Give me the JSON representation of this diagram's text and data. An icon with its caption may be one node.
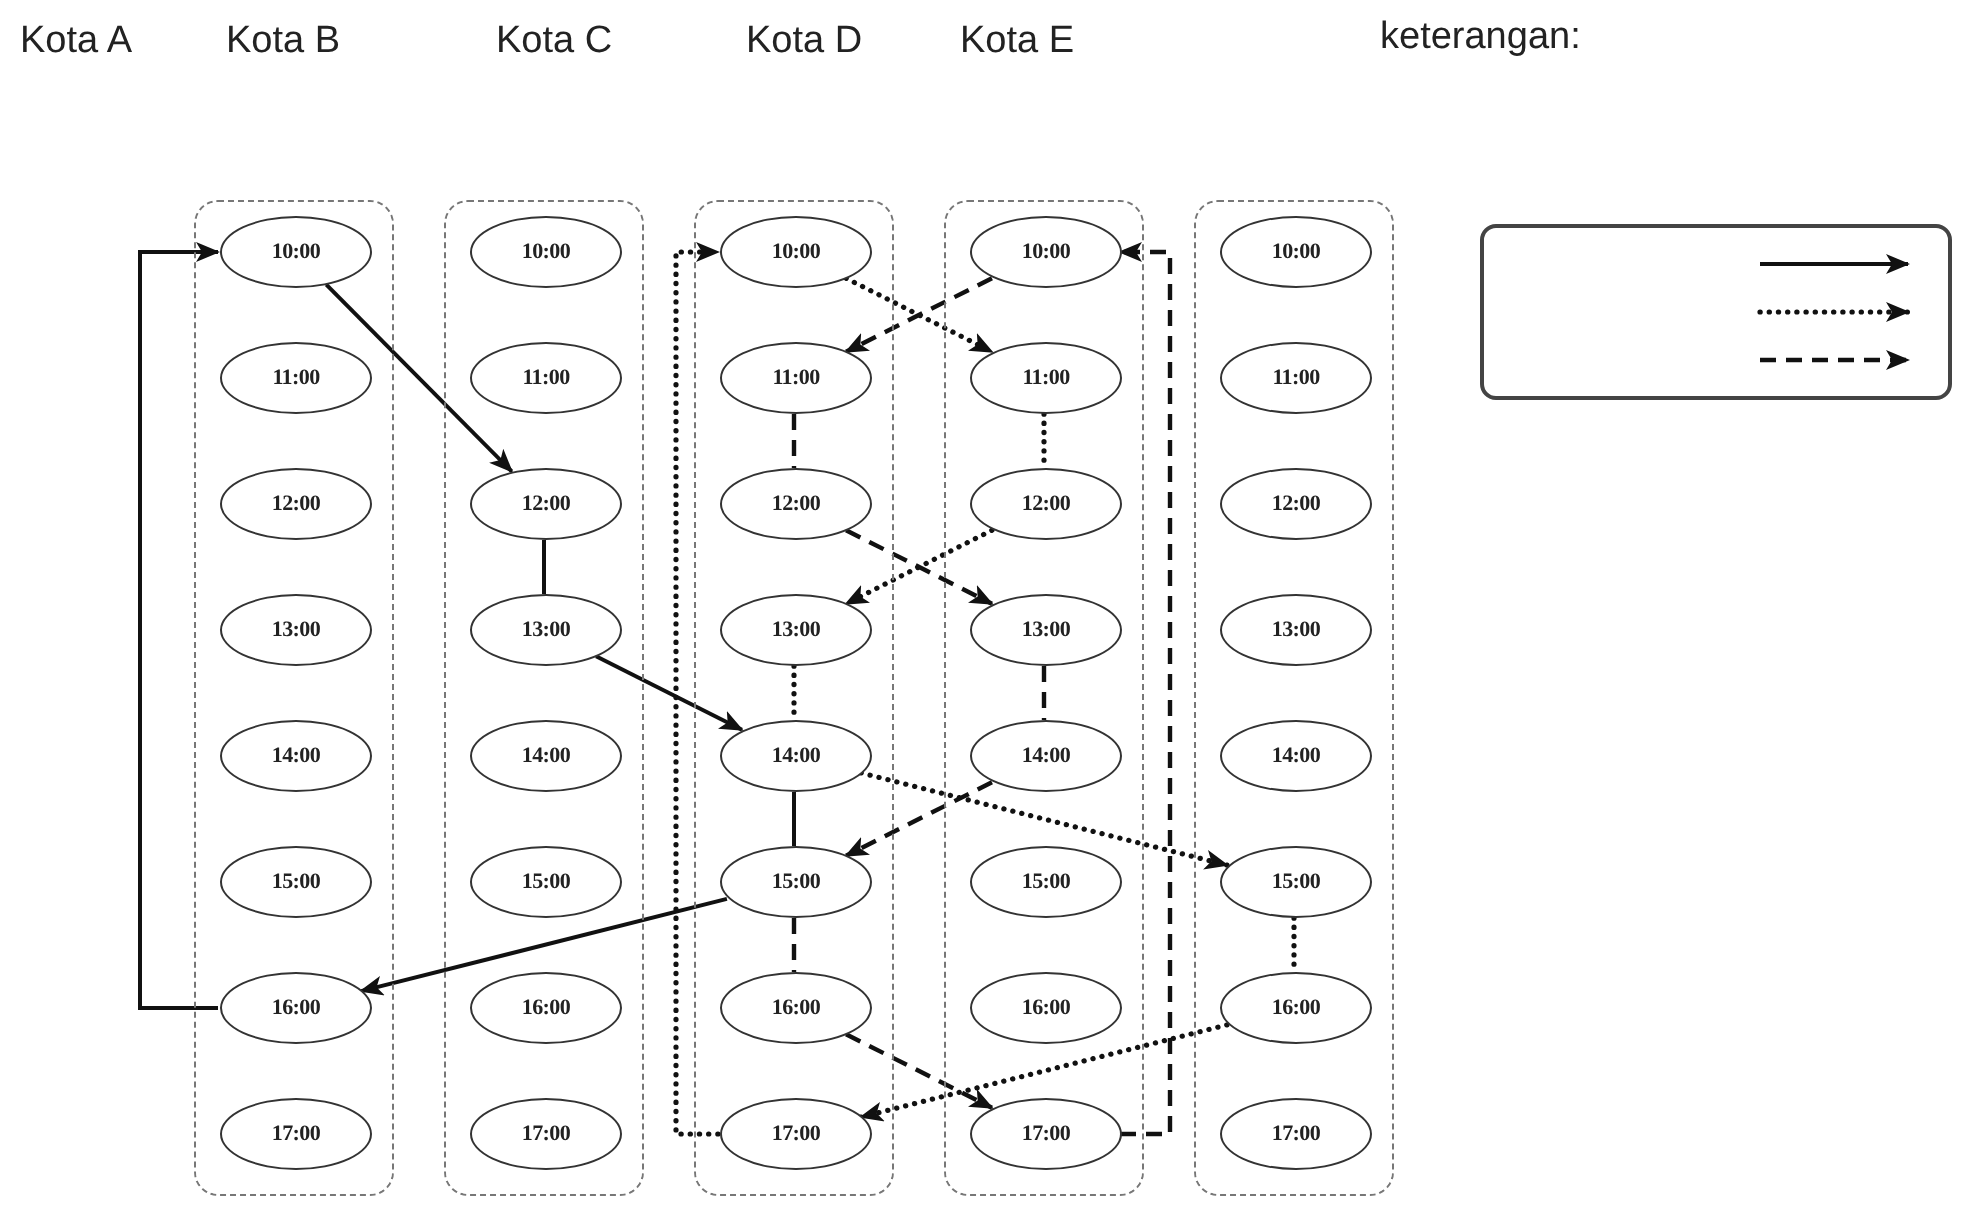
{
  "diagram": {
    "nodes": [
      {
        "text": [],
        "shape": "box"
      },
      {
        "text": [
          "10:00"
        ],
        "in": 0
      },
      {
        "text": [
          "11:00"
        ],
        "in": 0
      },
      {
        "text": [
          "12:00"
        ],
        "in": 0
      },
      {
        "text": [
          "13:00"
        ],
        "in": 0
      },
      {
        "text": [
          "14:00"
        ],
        "in": 0
      },
      {
        "text": [
          "15:00"
        ],
        "in": 0
      },
      {
        "text": [
          "16:00"
        ],
        "in": 0
      },
      {
        "text": [
          "17:00"
        ],
        "in": 0
      },
      {
        "text": [],
        "shape": "box"
      },
      {
        "text": [
          "10:00"
        ],
        "in": 9
      },
      {
        "text": [
          "11:00"
        ],
        "in": 9
      },
      {
        "text": [
          "12:00"
        ],
        "in": 9
      },
      {
        "text": [
          "13:00"
        ],
        "in": 9
      },
      {
        "text": [
          "14:00"
        ],
        "in": 9
      },
      {
        "text": [
          "15:00"
        ],
        "in": 9
      },
      {
        "text": [
          "16:00"
        ],
        "in": 9
      },
      {
        "text": [
          "17:00"
        ],
        "in": 9
      },
      {
        "text": [],
        "shape": "box"
      },
      {
        "text": [
          "10:00"
        ],
        "in": 18
      },
      {
        "text": [
          "11:00"
        ],
        "in": 18
      },
      {
        "text": [
          "12:00"
        ],
        "in": 18
      },
      {
        "text": [
          "13:00"
        ],
        "in": 18
      },
      {
        "text": [
          "14:00"
        ],
        "in": 18
      },
      {
        "text": [
          "15:00"
        ],
        "in": 18
      },
      {
        "text": [
          "16:00"
        ],
        "in": 18
      },
      {
        "text": [
          "17:00"
        ],
        "in": 18
      },
      {
        "text": [],
        "shape": "box"
      },
      {
        "text": [
          "10:00"
        ],
        "in": 27
      },
      {
        "text": [
          "11:00"
        ],
        "in": 27
      },
      {
        "text": [
          "12:00"
        ],
        "in": 27
      },
      {
        "text": [
          "13:00"
        ],
        "in": 27
      },
      {
        "text": [
          "14:00"
        ],
        "in": 27
      },
      {
        "text": [
          "15:00"
        ],
        "in": 27
      },
      {
        "text": [
          "16:00"
        ],
        "in": 27
      },
      {
        "text": [
          "17:00"
        ],
        "in": 27
      },
      {
        "text": [],
        "shape": "box"
      },
      {
        "text": [
          "10:00"
        ],
        "in": 36
      },
      {
        "text": [
          "11:00"
        ],
        "in": 36
      },
      {
        "text": [
          "12:00"
        ],
        "in": 36
      },
      {
        "text": [
          "13:00"
        ],
        "in": 36
      },
      {
        "text": [
          "14:00"
        ],
        "in": 36
      },
      {
        "text": [
          "15:00"
        ],
        "in": 36
      },
      {
        "text": [
          "16:00"
        ],
        "in": 36
      },
      {
        "text": [
          "17:00"
        ],
        "in": 36
      }
    ],
    "edges": [
      {
        "from": 1,
        "to": 12,
        "arrow": "to"
      },
      {
        "from": 12,
        "to": 13,
        "arrow": "none"
      },
      {
        "from": 13,
        "to": 23,
        "arrow": "to"
      },
      {
        "from": 23,
        "to": 24,
        "arrow": "none"
      },
      {
        "from": 24,
        "to": 7,
        "arrow": "to"
      },
      {
        "from": 7,
        "to": 1,
        "arrow": "to"
      },
      {
        "from": 19,
        "to": 29,
        "arrow": "to",
        "style": "dashed"
      },
      {
        "from": 29,
        "to": 30,
        "arrow": "none",
        "style": "dashed"
      },
      {
        "from": 30,
        "to": 22,
        "arrow": "to",
        "style": "dashed"
      },
      {
        "from": 22,
        "to": 23,
        "arrow": "none",
        "style": "dashed"
      },
      {
        "from": 23,
        "to": 42,
        "arrow": "to",
        "style": "dashed"
      },
      {
        "from": 42,
        "to": 43,
        "arrow": "none",
        "style": "dashed"
      },
      {
        "from": 43,
        "to": 26,
        "arrow": "to",
        "style": "dashed"
      },
      {
        "from": 26,
        "to": 19,
        "arrow": "to",
        "style": "dashed"
      },
      {
        "from": 28,
        "to": 20,
        "arrow": "to",
        "style": "dashed"
      },
      {
        "from": 20,
        "to": 21,
        "arrow": "none",
        "style": "dashed"
      },
      {
        "from": 21,
        "to": 31,
        "arrow": "to",
        "style": "dashed"
      },
      {
        "from": 31,
        "to": 32,
        "arrow": "none",
        "style": "dashed"
      },
      {
        "from": 32,
        "to": 24,
        "arrow": "to",
        "style": "dashed"
      },
      {
        "from": 24,
        "to": 25,
        "arrow": "none",
        "style": "dashed"
      },
      {
        "from": 25,
        "to": 35,
        "arrow": "to",
        "style": "dashed"
      },
      {
        "from": 35,
        "to": 28,
        "arrow": "to",
        "style": "dashed"
      }
    ],
    "labels": [
      "Kota A",
      "Kota B",
      "Kota C",
      "Kota D",
      "Kota E",
      "keterangan:"
    ]
  }
}
